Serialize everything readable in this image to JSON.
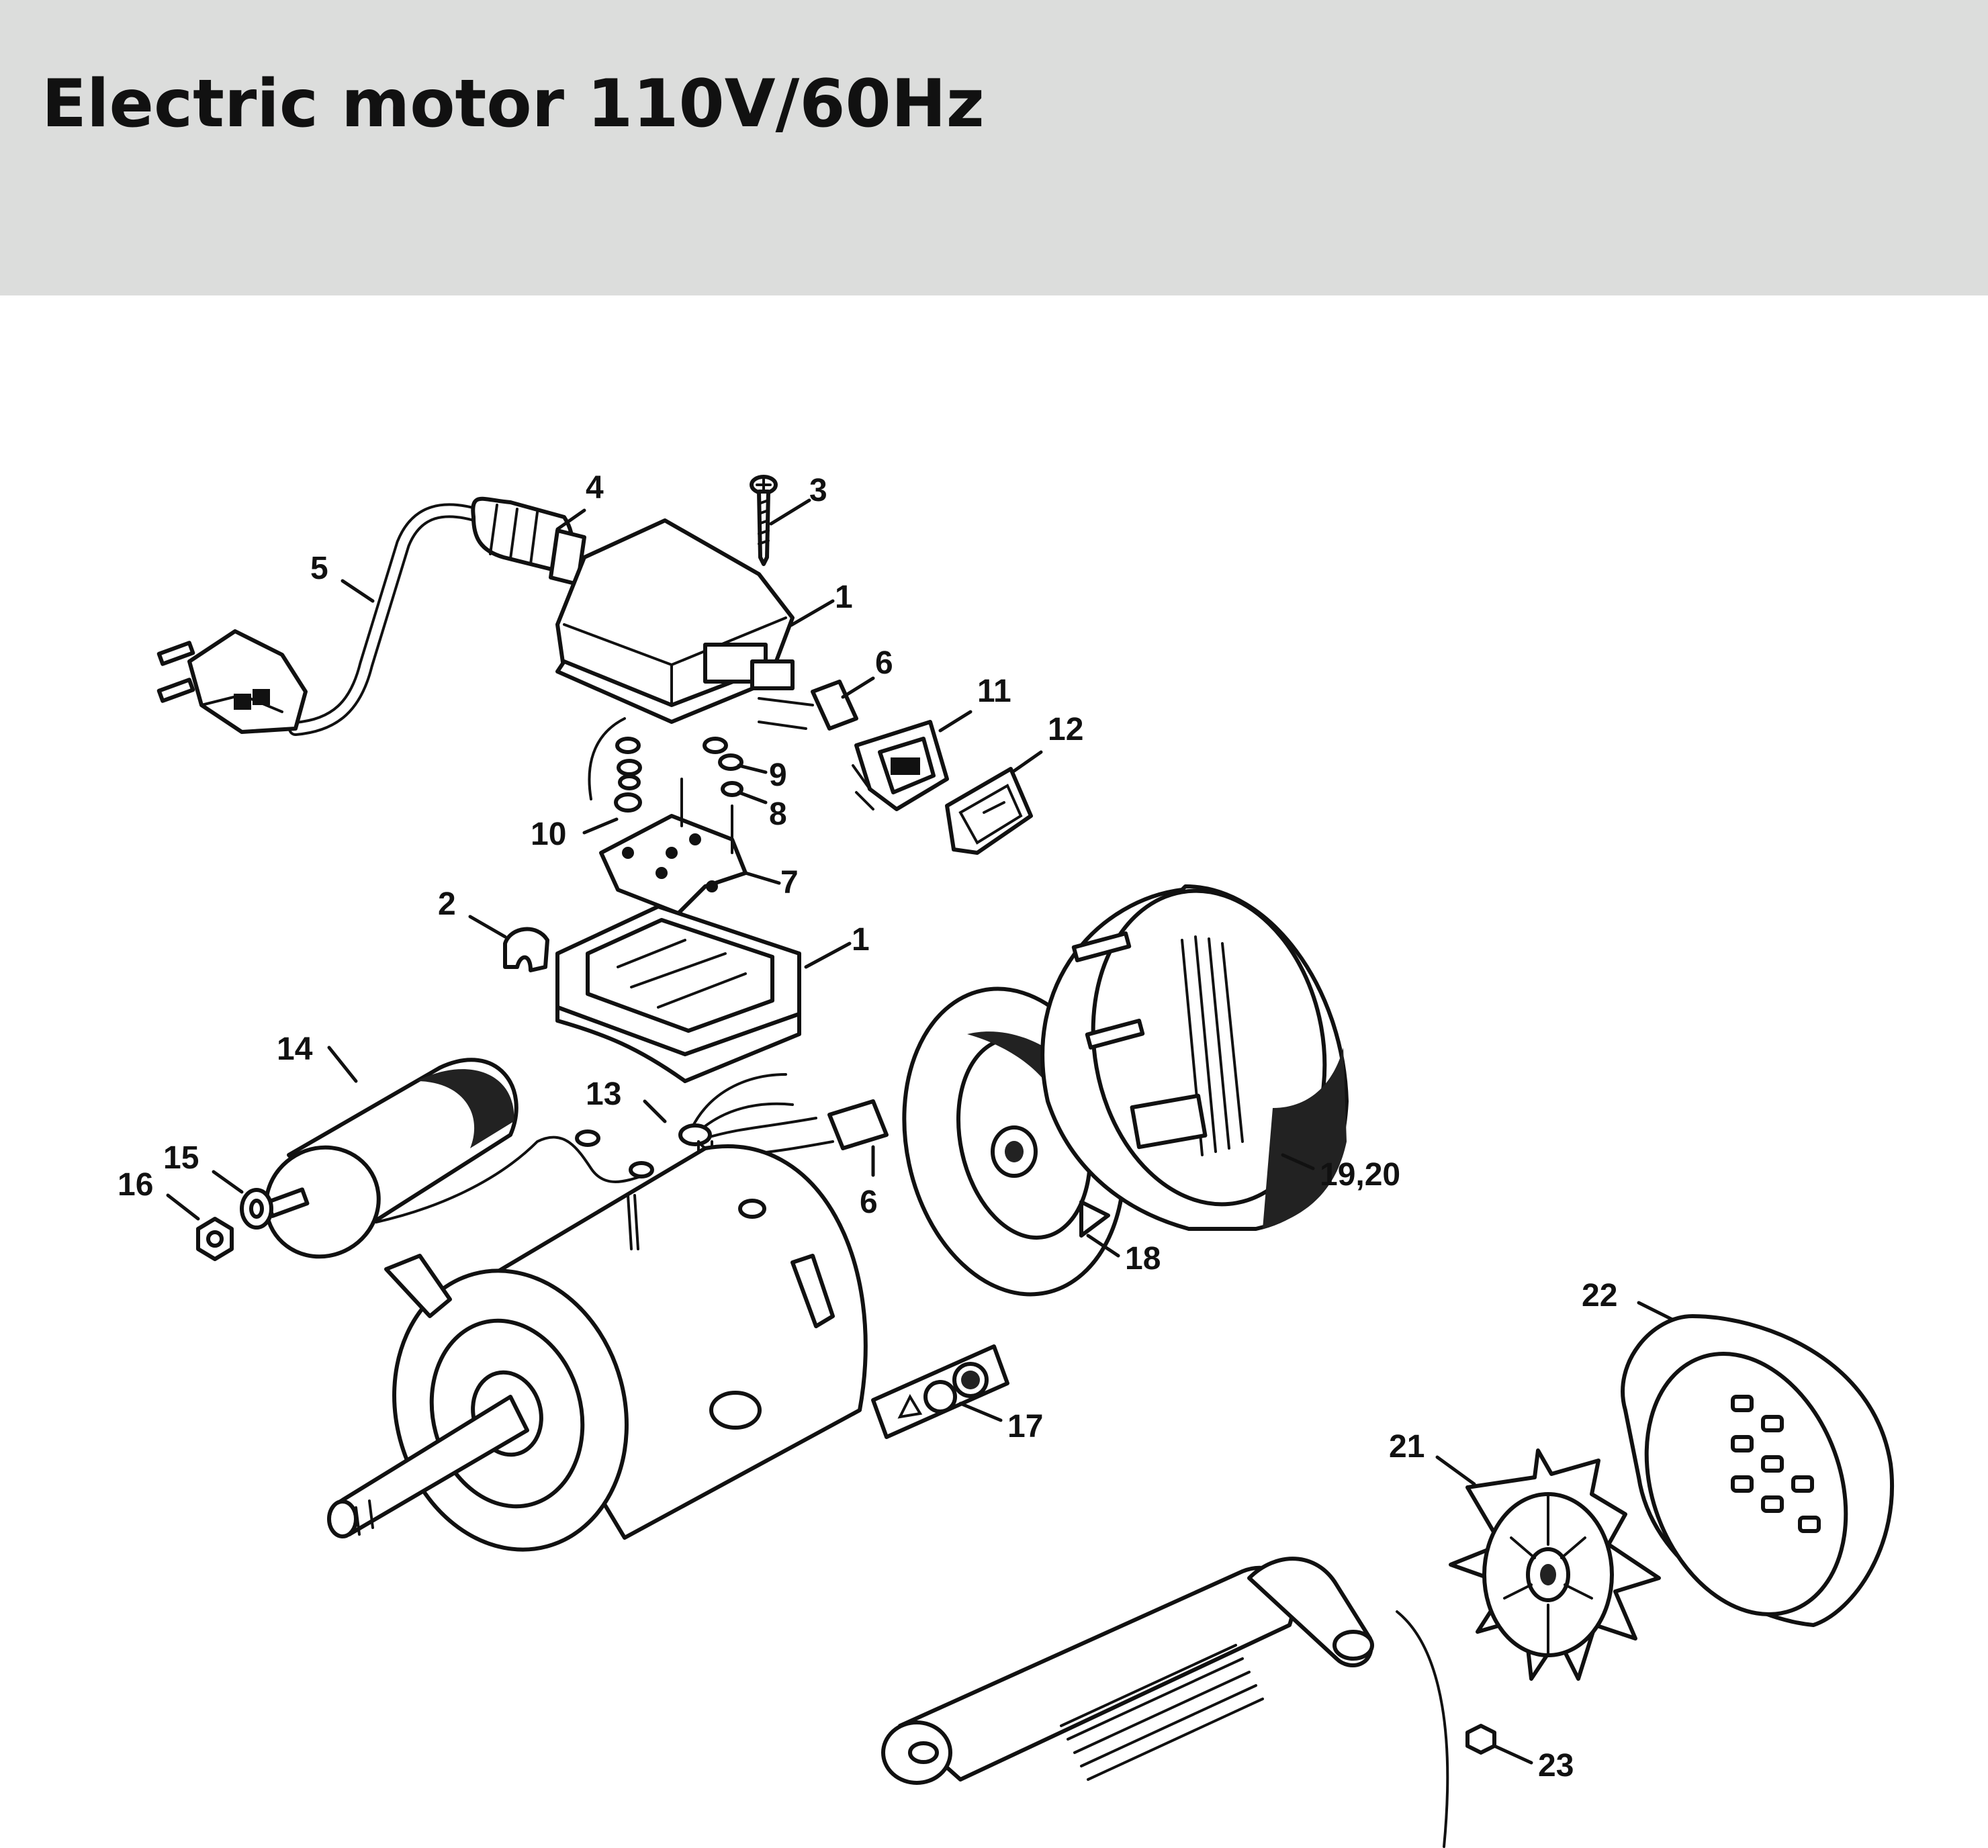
{
  "header": {
    "title": "Electric motor 110V/60Hz",
    "background": "#dcdddc"
  },
  "callouts": [
    {
      "id": "1a",
      "label": "1"
    },
    {
      "id": "1b",
      "label": "1"
    },
    {
      "id": "2",
      "label": "2"
    },
    {
      "id": "3",
      "label": "3"
    },
    {
      "id": "4",
      "label": "4"
    },
    {
      "id": "5",
      "label": "5"
    },
    {
      "id": "6a",
      "label": "6"
    },
    {
      "id": "6b",
      "label": "6"
    },
    {
      "id": "7",
      "label": "7"
    },
    {
      "id": "8",
      "label": "8"
    },
    {
      "id": "9",
      "label": "9"
    },
    {
      "id": "10",
      "label": "10"
    },
    {
      "id": "11",
      "label": "11"
    },
    {
      "id": "12",
      "label": "12"
    },
    {
      "id": "13",
      "label": "13"
    },
    {
      "id": "14",
      "label": "14"
    },
    {
      "id": "15",
      "label": "15"
    },
    {
      "id": "16",
      "label": "16"
    },
    {
      "id": "17",
      "label": "17"
    },
    {
      "id": "18",
      "label": "18"
    },
    {
      "id": "19-20",
      "label": "19,20"
    },
    {
      "id": "21",
      "label": "21"
    },
    {
      "id": "22",
      "label": "22"
    },
    {
      "id": "23",
      "label": "23"
    }
  ]
}
